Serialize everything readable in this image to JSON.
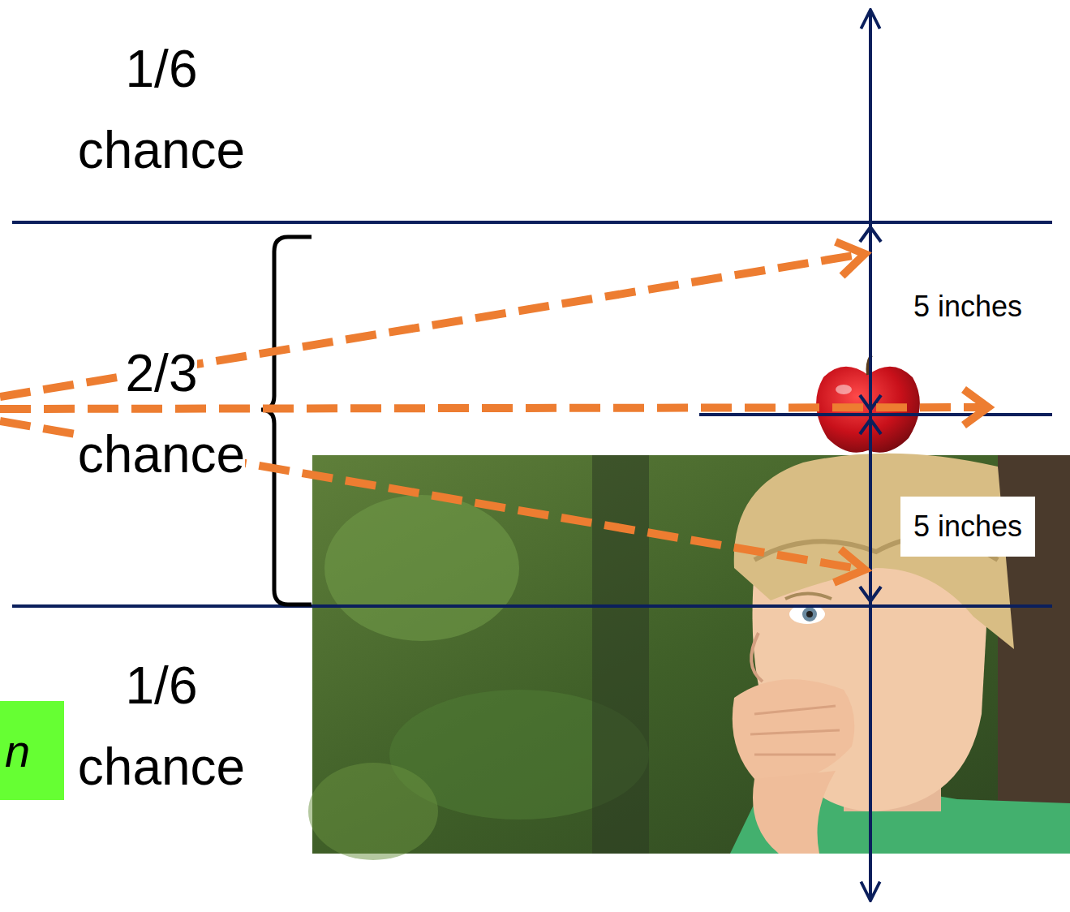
{
  "diagram": {
    "nodes": [
      {
        "text": [
          "n"
        ]
      }
    ],
    "labels": [
      "1/6 chance",
      "2/3 chance",
      "5 inches",
      "5 inches",
      "1/6 chance"
    ]
  }
}
